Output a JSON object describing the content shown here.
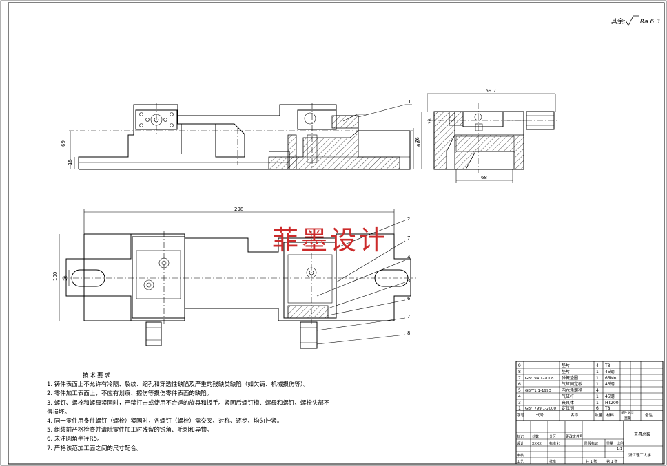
{
  "header": {
    "surface_label": "其余:",
    "roughness": "Ra 6.3"
  },
  "watermark": "菲墨设计",
  "dimensions": {
    "front_height_left": "69",
    "front_height_left_small": "15",
    "front_height_right": "60",
    "side_width": "159.7",
    "side_height": "76",
    "side_base": "68",
    "side_small": "26",
    "top_length": "298",
    "top_height": "100",
    "top_slot": "30"
  },
  "balloons": [
    "1",
    "2",
    "7",
    "4",
    "3",
    "6",
    "7",
    "8"
  ],
  "notes": {
    "title": "技术要求",
    "lines": [
      "1. 铸件表面上不允许有冷隔、裂纹、缩孔和穿透性缺陷及严重的残缺类缺陷（如欠铸、机械损伤等）。",
      "2. 零件加工表面上，不应有划痕、擦伤等损伤零件表面的缺陷。",
      "3. 螺钉、螺栓和螺母紧固时，严禁打击或使用不合适的旋具和扳手。紧固后螺钉槽、螺母和螺钉、螺栓头部不",
      "   得损坏。",
      "4. 同一零件用多件螺钉（螺栓）紧固时，各螺钉（螺栓）需交叉、对称、逐步、均匀拧紧。",
      "5. 组装前严格检查并清除零件加工时残留的锐角、毛刺和异物。",
      "6. 未注圆角半径R5。",
      "7. 严格该范加工面之间的尺寸配合。"
    ]
  },
  "bom": {
    "rows": [
      {
        "no": "9",
        "code": "",
        "name": "垫片",
        "qty": "4",
        "mat": "T8"
      },
      {
        "no": "8",
        "code": "",
        "name": "垫片",
        "qty": "1",
        "mat": "45钢"
      },
      {
        "no": "7",
        "code": "GB/T94.1-2008",
        "name": "弹簧垫圈",
        "qty": "1",
        "mat": "65Mn"
      },
      {
        "no": "6",
        "code": "",
        "name": "气缸固定板",
        "qty": "1",
        "mat": "45钢"
      },
      {
        "no": "5",
        "code": "GB/T1.1-1993",
        "name": "内六角螺栓",
        "qty": "4",
        "mat": ""
      },
      {
        "no": "4",
        "code": "",
        "name": "气缸杆",
        "qty": "1",
        "mat": "45钢"
      },
      {
        "no": "3",
        "code": "",
        "name": "夹具体",
        "qty": "1",
        "mat": "HT200"
      },
      {
        "no": "1",
        "code": "GB/T799.1-2000",
        "name": "定位销",
        "qty": "6",
        "mat": "T8"
      }
    ],
    "header": {
      "no": "序号",
      "code": "代号",
      "name": "名称",
      "qty": "数量",
      "mat": "材料",
      "unit_total": "单件 总计",
      "weight": "重量",
      "remark": "备注"
    }
  },
  "title_block": {
    "drawing_name": "夹具总装",
    "school": "浙江理工大学",
    "scale_label": "比例",
    "scale": "1:1",
    "weight_label": "重量",
    "stage_label": "阶段标记",
    "sheet_label": "共 1 张",
    "sheet_no": "第 1 张",
    "design_label": "设计",
    "design_code": "XXXX",
    "standard_label": "标准化",
    "check_label": "审核",
    "process_label": "工艺",
    "approve_label": "批准",
    "mark_label": "标记",
    "count_label": "处数",
    "zone_label": "分区",
    "change_label": "更改文件号",
    "sign_label": "签名",
    "date_label": "年.月.日"
  }
}
